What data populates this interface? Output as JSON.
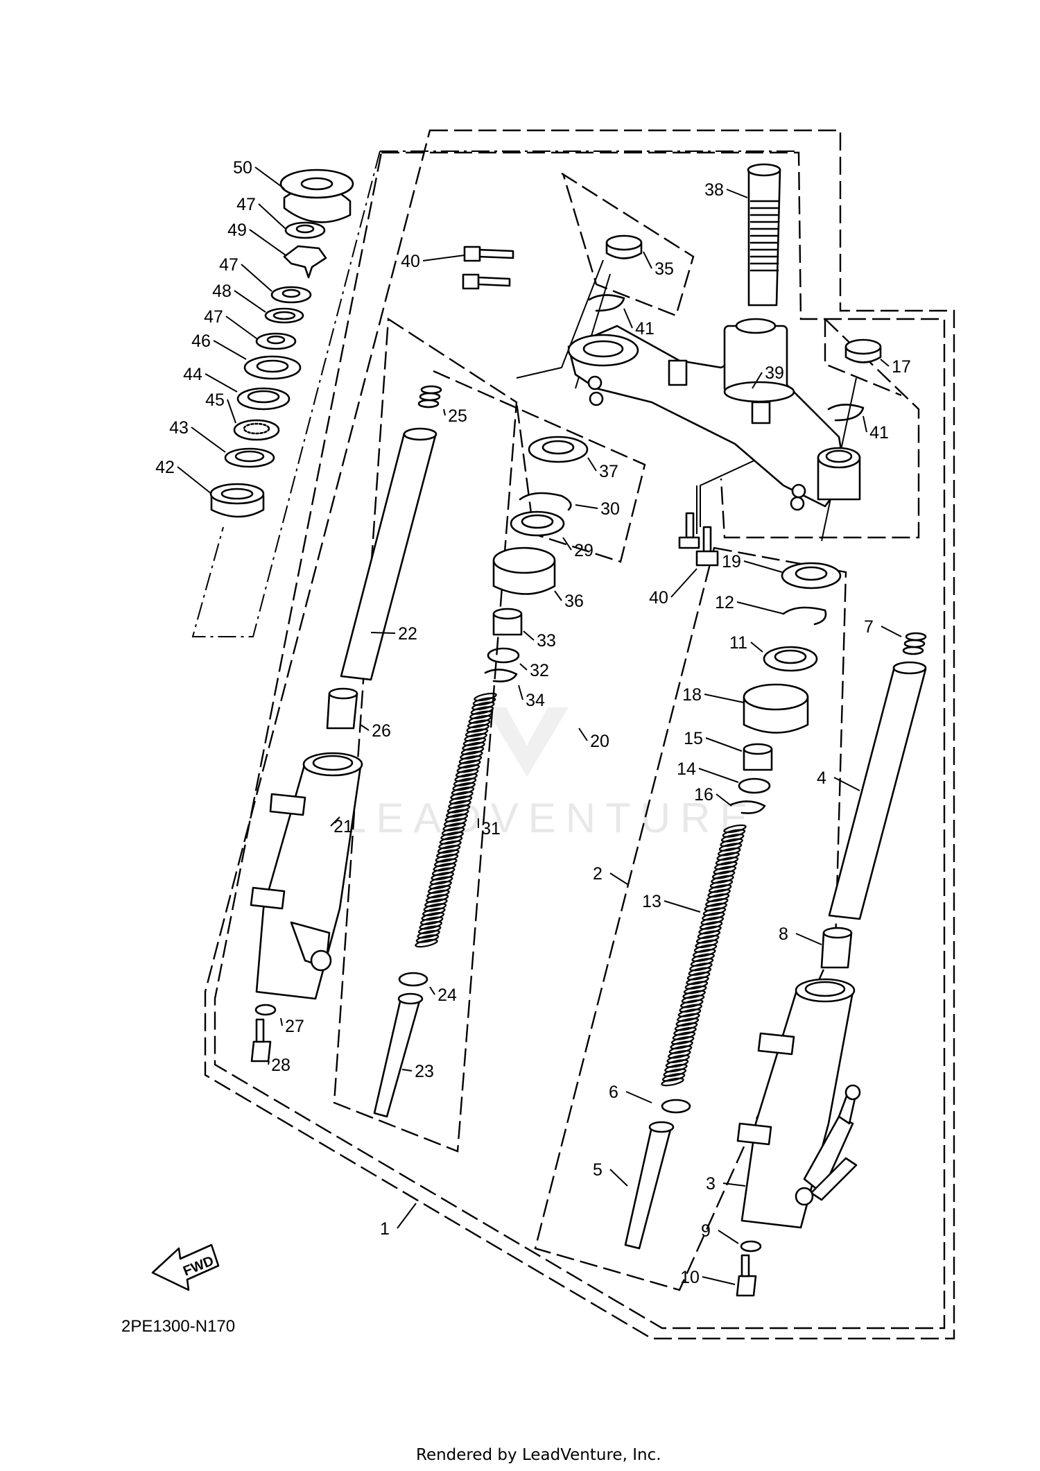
{
  "diagram": {
    "code": "2PE1300-N170",
    "footer": "Rendered by LeadVenture, Inc.",
    "watermark": "LEADVENTURE",
    "fwd_label": "FWD",
    "callouts": [
      {
        "id": "c1",
        "text": "1"
      },
      {
        "id": "c2",
        "text": "2"
      },
      {
        "id": "c3",
        "text": "3"
      },
      {
        "id": "c4",
        "text": "4"
      },
      {
        "id": "c5",
        "text": "5"
      },
      {
        "id": "c6",
        "text": "6"
      },
      {
        "id": "c7",
        "text": "7"
      },
      {
        "id": "c8",
        "text": "8"
      },
      {
        "id": "c9",
        "text": "9"
      },
      {
        "id": "c10",
        "text": "10"
      },
      {
        "id": "c11",
        "text": "11"
      },
      {
        "id": "c12",
        "text": "12"
      },
      {
        "id": "c13",
        "text": "13"
      },
      {
        "id": "c14",
        "text": "14"
      },
      {
        "id": "c15",
        "text": "15"
      },
      {
        "id": "c16",
        "text": "16"
      },
      {
        "id": "c17",
        "text": "17"
      },
      {
        "id": "c18",
        "text": "18"
      },
      {
        "id": "c19",
        "text": "19"
      },
      {
        "id": "c20",
        "text": "20"
      },
      {
        "id": "c21",
        "text": "21"
      },
      {
        "id": "c22",
        "text": "22"
      },
      {
        "id": "c23",
        "text": "23"
      },
      {
        "id": "c24",
        "text": "24"
      },
      {
        "id": "c25",
        "text": "25"
      },
      {
        "id": "c26",
        "text": "26"
      },
      {
        "id": "c27",
        "text": "27"
      },
      {
        "id": "c28",
        "text": "28"
      },
      {
        "id": "c29",
        "text": "29"
      },
      {
        "id": "c30",
        "text": "30"
      },
      {
        "id": "c31",
        "text": "31"
      },
      {
        "id": "c32",
        "text": "32"
      },
      {
        "id": "c33",
        "text": "33"
      },
      {
        "id": "c34",
        "text": "34"
      },
      {
        "id": "c35",
        "text": "35"
      },
      {
        "id": "c36",
        "text": "36"
      },
      {
        "id": "c37",
        "text": "37"
      },
      {
        "id": "c38",
        "text": "38"
      },
      {
        "id": "c39",
        "text": "39"
      },
      {
        "id": "c40a",
        "text": "40"
      },
      {
        "id": "c40b",
        "text": "40"
      },
      {
        "id": "c41a",
        "text": "41"
      },
      {
        "id": "c41b",
        "text": "41"
      },
      {
        "id": "c42",
        "text": "42"
      },
      {
        "id": "c43",
        "text": "43"
      },
      {
        "id": "c44",
        "text": "44"
      },
      {
        "id": "c45",
        "text": "45"
      },
      {
        "id": "c46",
        "text": "46"
      },
      {
        "id": "c47a",
        "text": "47"
      },
      {
        "id": "c47b",
        "text": "47"
      },
      {
        "id": "c47c",
        "text": "47"
      },
      {
        "id": "c48",
        "text": "48"
      },
      {
        "id": "c49",
        "text": "49"
      },
      {
        "id": "c50",
        "text": "50"
      }
    ]
  }
}
